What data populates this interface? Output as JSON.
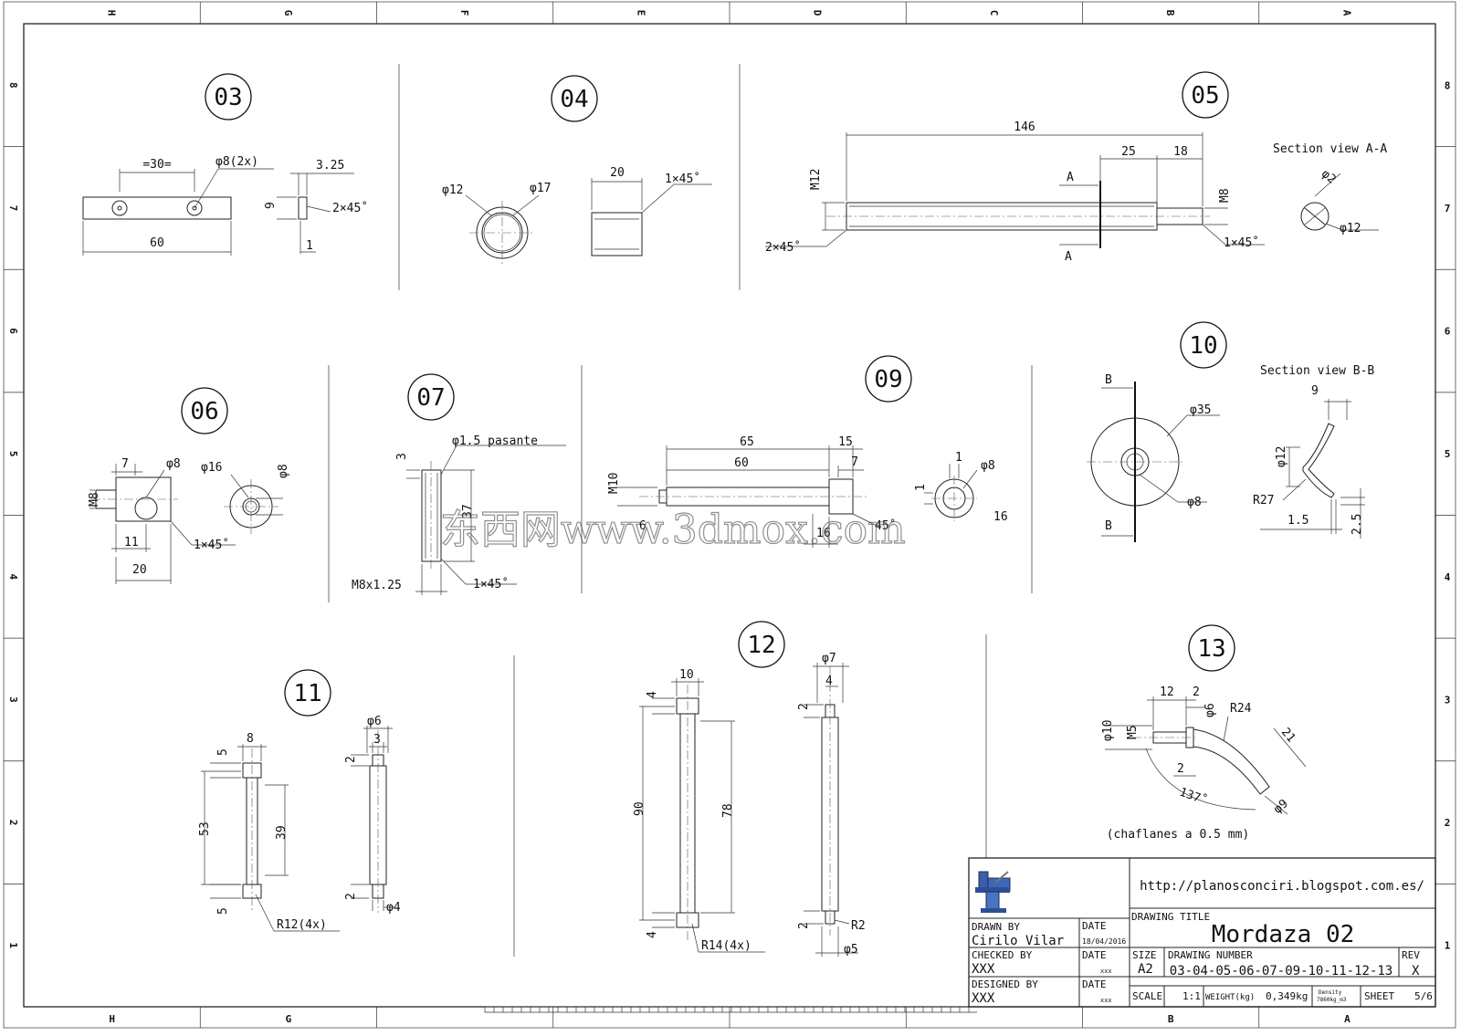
{
  "zones": {
    "columns": [
      "H",
      "G",
      "F",
      "E",
      "D",
      "C",
      "B",
      "A"
    ],
    "rows": [
      "8",
      "7",
      "6",
      "5",
      "4",
      "3",
      "2",
      "1"
    ],
    "bottom_columns": [
      "H",
      "G",
      "B",
      "A"
    ]
  },
  "views": [
    {
      "id": "03",
      "dims": [
        "=30=",
        "φ8(2x)",
        "3.25",
        "9",
        "2×45˚",
        "1",
        "60"
      ]
    },
    {
      "id": "04",
      "dims": [
        "φ12",
        "φ17",
        "20",
        "1×45˚"
      ]
    },
    {
      "id": "05",
      "dims": [
        "146",
        "25",
        "18",
        "M12",
        "M8",
        "A",
        "A",
        "2×45˚",
        "1×45˚"
      ],
      "section_title": "Section view A-A",
      "section_dims": [
        "φ2",
        "φ12"
      ]
    },
    {
      "id": "06",
      "dims": [
        "7",
        "φ8",
        "φ16",
        "φ8",
        "M8",
        "11",
        "20",
        "1×45˚"
      ]
    },
    {
      "id": "07",
      "dims": [
        "φ1.5 pasante",
        "3",
        "37",
        "M8x1.25",
        "1×45˚"
      ]
    },
    {
      "id": "09",
      "dims": [
        "65",
        "15",
        "60",
        "7",
        "M10",
        "6",
        "16",
        "45˚",
        "1",
        "φ8",
        "1",
        "16"
      ]
    },
    {
      "id": "10",
      "dims": [
        "B",
        "B",
        "φ35",
        "φ8",
        "9",
        "φ12",
        "R27",
        "1.5",
        "2.5"
      ],
      "section_title": "Section view B-B"
    },
    {
      "id": "11",
      "dims": [
        "8",
        "5",
        "53",
        "39",
        "5",
        "R12(4x)",
        "φ6",
        "3",
        "2",
        "2",
        "φ4"
      ]
    },
    {
      "id": "12",
      "dims": [
        "10",
        "4",
        "90",
        "78",
        "4",
        "R14(4x)",
        "φ7",
        "4",
        "2",
        "2",
        "R2",
        "φ5"
      ]
    },
    {
      "id": "13",
      "dims": [
        "12",
        "2",
        "R24",
        "φ10",
        "M5",
        "φ6",
        "2",
        "21",
        "137˚",
        "φ9"
      ],
      "note": "(chaflanes a 0.5 mm)"
    }
  ],
  "watermark": "东西网www.3dmox.com",
  "title_block": {
    "url": "http://planosconciri.blogspot.com.es/",
    "drawing_title_label": "DRAWING TITLE",
    "drawing_title": "Mordaza 02",
    "drawn_by_label": "DRAWN BY",
    "drawn_by": "Cirilo Vilar",
    "date_label": "DATE",
    "drawn_date": "18/04/2016",
    "checked_by_label": "CHECKED BY",
    "checked_by": "XXX",
    "checked_date": "xxx",
    "designed_by_label": "DESIGNED BY",
    "designed_by": "XXX",
    "designed_date": "xxx",
    "size_label": "SIZE",
    "size": "A2",
    "drawing_number_label": "DRAWING NUMBER",
    "drawing_number": "03-04-05-06-07-09-10-11-12-13",
    "rev_label": "REV",
    "rev": "X",
    "scale_label": "SCALE",
    "scale": "1:1",
    "weight_label": "WEIGHT(kg)",
    "weight": "0,349kg",
    "density_label": "Density",
    "density": "7860kg_m3",
    "sheet_label": "SHEET",
    "sheet": "5/6",
    "logo_icon": "bench-vise-icon"
  }
}
